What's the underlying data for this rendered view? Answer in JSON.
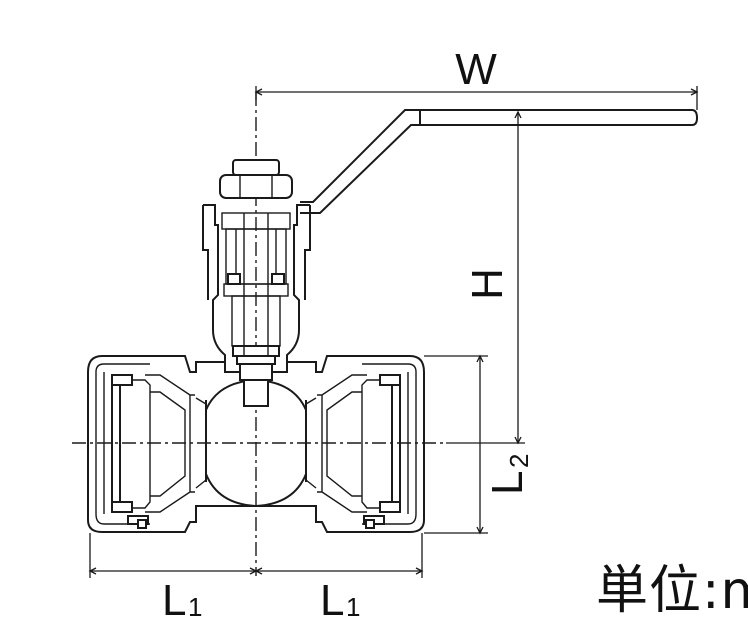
{
  "dimensions": {
    "width_label": "W",
    "height_label": "H",
    "l1_left_label": "L",
    "l1_left_sub": "1",
    "l1_right_label": "L",
    "l1_right_sub": "1",
    "l2_label": "L",
    "l2_sub": "2"
  },
  "unit_label": "単位:m",
  "colors": {
    "line": "#1a1a1a",
    "background": "#ffffff"
  }
}
